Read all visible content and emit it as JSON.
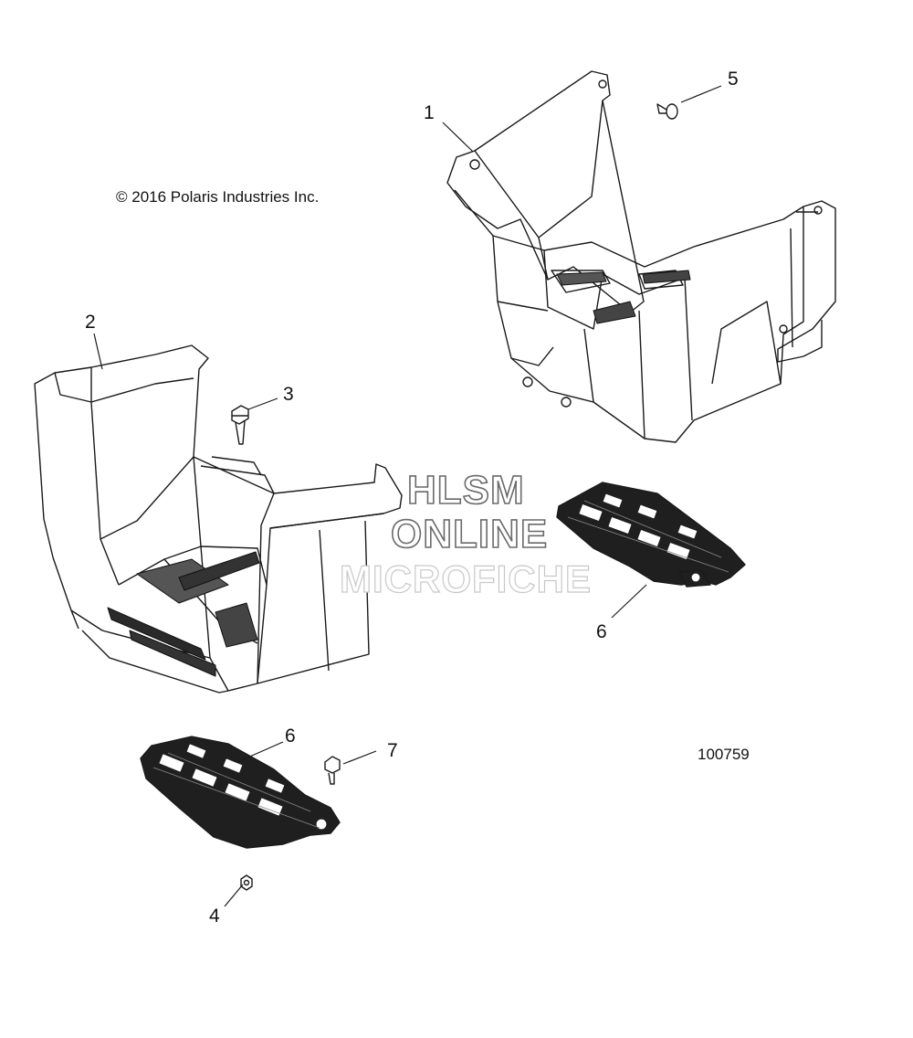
{
  "copyright": "© 2016 Polaris Industries Inc.",
  "figure_number": "100759",
  "watermark": {
    "line1": "HLSM",
    "line2": "ONLINE",
    "line3": "MICROFICHE"
  },
  "callouts": [
    "1",
    "2",
    "3",
    "4",
    "5",
    "6",
    "6",
    "7"
  ],
  "colors": {
    "line": "#1a1a1a",
    "mat": "#1f1f1f",
    "watermark_stroke": "#6a6a6a"
  }
}
